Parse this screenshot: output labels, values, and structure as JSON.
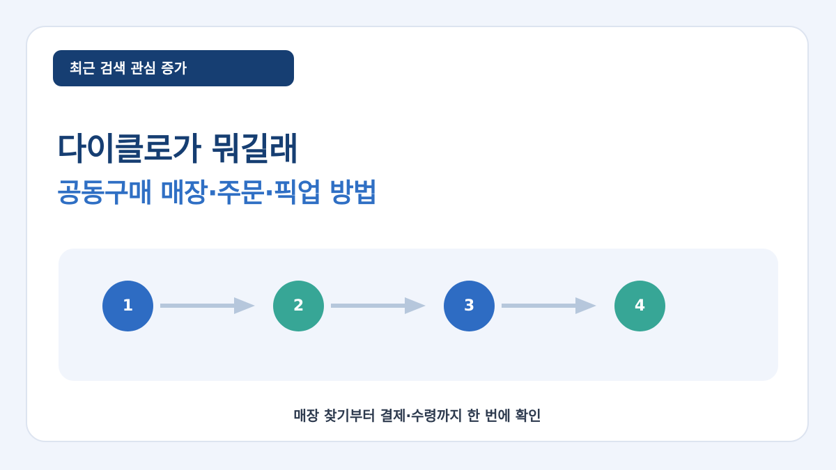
{
  "badge": {
    "label": "최근 검색 관심 증가"
  },
  "headline": {
    "title": "다이클로가 뭐길래",
    "subtitle": "공동구매 매장·주문·픽업 방법"
  },
  "steps": [
    {
      "number": "1",
      "color": "#2e6cc3"
    },
    {
      "number": "2",
      "color": "#37a696"
    },
    {
      "number": "3",
      "color": "#2e6cc3"
    },
    {
      "number": "4",
      "color": "#37a696"
    }
  ],
  "colors": {
    "background": "#f1f5fc",
    "badge": "#163e72",
    "title": "#163e72",
    "subtitle": "#2f6fc4",
    "arrow": "#b6c7dc"
  },
  "footer": {
    "text": "매장 찾기부터 결제·수령까지 한 번에 확인"
  }
}
